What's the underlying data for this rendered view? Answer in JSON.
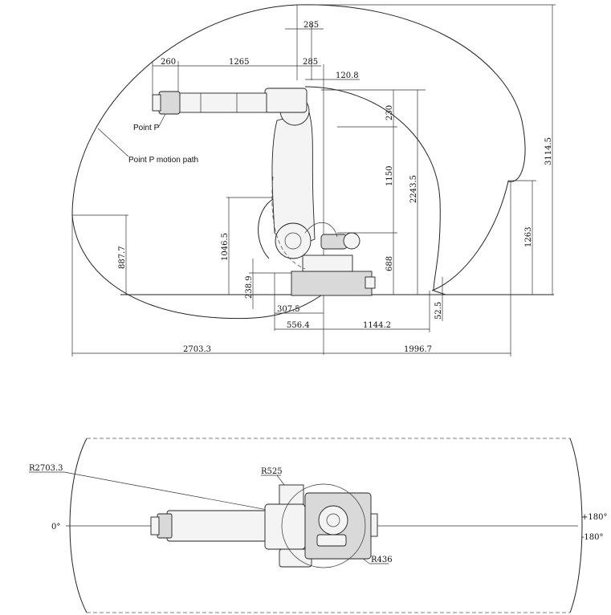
{
  "side_view": {
    "labels": {
      "point_p": "Point P",
      "point_p_path": "Point P motion path"
    },
    "dimensions": {
      "d285_top": "285",
      "d260": "260",
      "d1265": "1265",
      "d285_mid": "285",
      "d120_8": "120.8",
      "d230": "230",
      "d1150": "1150",
      "d2243_5": "2243.5",
      "d3114_5": "3114.5",
      "d1263": "1263",
      "d887_7": "887.7",
      "d1046_5": "1046.5",
      "d688": "688",
      "d238_9": "238.9",
      "d307_5": "307.5",
      "d52_5": "52.5",
      "d556_4": "556.4",
      "d1144_2": "1144.2",
      "d2703_3": "2703.3",
      "d1996_7": "1996.7"
    }
  },
  "top_view": {
    "labels": {
      "r2703_3": "R2703.3",
      "r525": "R525",
      "r436": "R436",
      "deg0": "0°",
      "deg_plus180": "+180°",
      "deg_minus180": "-180°"
    }
  }
}
